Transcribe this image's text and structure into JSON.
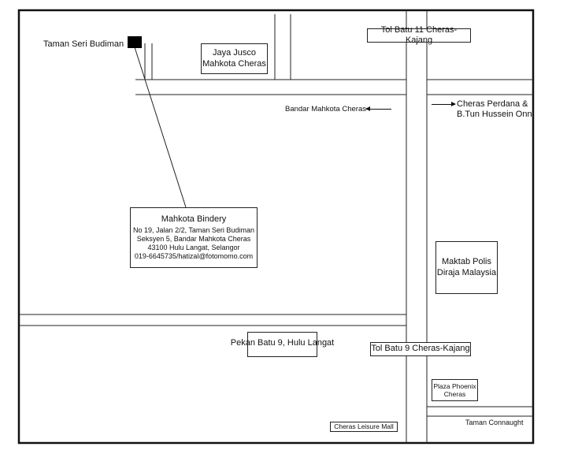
{
  "places": {
    "taman_seri_budiman": "Taman Seri Budiman",
    "jaya_jusco": [
      "Jaya Jusco",
      "Mahkota Cheras"
    ],
    "tol_batu_11": "Tol Batu 11 Cheras-Kajang",
    "bandar_mahkota_cheras": "Bandar Mahkota Cheras",
    "cheras_perdana": [
      "Cheras Perdana &",
      "B.Tun Hussein Onn"
    ],
    "maktab_polis": [
      "Maktab Polis",
      "Diraja Malaysia"
    ],
    "pekan_batu_9": "Pekan Batu 9, Hulu Langat",
    "tol_batu_9": "Tol Batu 9 Cheras-Kajang",
    "plaza_phoenix": [
      "Plaza Phoenix",
      "Cheras"
    ],
    "taman_connaught": "Taman Connaught",
    "cheras_leisure_mall": "Cheras Leisure Mall"
  },
  "bindery": {
    "name": "Mahkota Bindery",
    "address_lines": [
      "No 19, Jalan 2/2, Taman Seri Budiman",
      "Seksyen 5, Bandar Mahkota Cheras",
      "43100 Hulu Langat, Selangor",
      "019-6645735/hatizal@fotomomo.com"
    ]
  },
  "colors": {
    "line": "#222222",
    "marker": "#000000",
    "background": "#ffffff"
  }
}
